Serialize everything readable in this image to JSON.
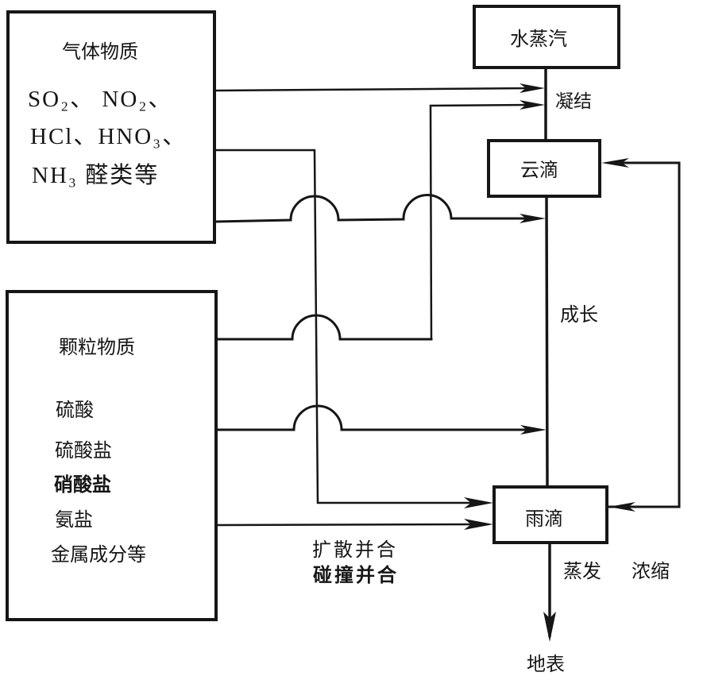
{
  "boxes": {
    "gas": {
      "title": "气体物质",
      "line1": "SO₂、 NO₂、",
      "line2": "HCl、HNO₃、",
      "line3": "NH₃  醛类等"
    },
    "particle": {
      "title": "颗粒物质",
      "items": [
        "硫酸",
        "硫酸盐",
        "硝酸盐",
        "氨盐",
        "金属成分等"
      ]
    },
    "water_vapor": "水蒸汽",
    "cloud_droplet": "云滴",
    "rain_droplet": "雨滴"
  },
  "process_labels": {
    "condensation": "凝结",
    "growth": "成长",
    "diffusion_merge": "扩散并合",
    "collision_merge": "碰撞并合",
    "evaporation": "蒸发",
    "concentration": "浓缩",
    "ground": "地表"
  },
  "colors": {
    "ink": "#161616",
    "background": "#ffffff"
  }
}
